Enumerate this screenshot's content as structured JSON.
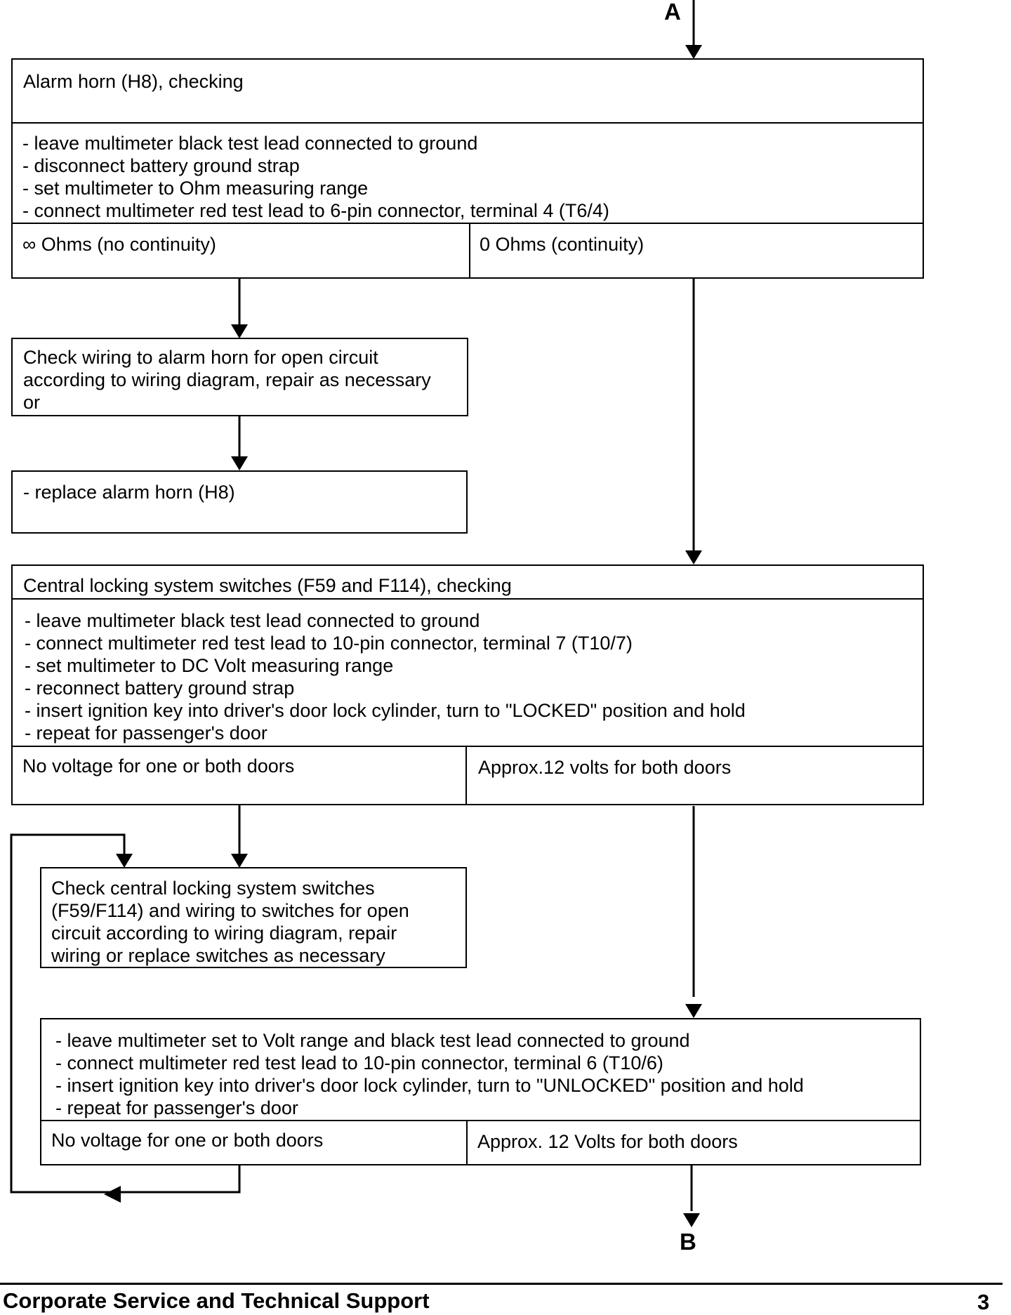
{
  "connectors": {
    "top": "A",
    "bottom": "B"
  },
  "block1": {
    "title": "Alarm horn (H8), checking",
    "steps": [
      "-  leave multimeter black test lead connected to ground",
      "-  disconnect battery ground strap",
      "-  set multimeter to Ohm measuring range",
      "-  connect multimeter red test lead to 6-pin connector, terminal 4 (T6/4)"
    ],
    "result_left": "∞ Ohms (no continuity)",
    "result_right": "0 Ohms (continuity)"
  },
  "repair1": {
    "lines": [
      "Check wiring to alarm horn for open circuit",
      "according to wiring diagram, repair as necessary",
      "or"
    ]
  },
  "repair2": {
    "text": "-  replace alarm horn (H8)"
  },
  "block2": {
    "title": "Central locking system switches (F59 and F114), checking",
    "steps": [
      "- leave multimeter black test lead connected to ground",
      "- connect multimeter red test lead to 10-pin connector, terminal 7 (T10/7)",
      "- set multimeter to DC Volt measuring range",
      "- reconnect battery ground strap",
      "- insert ignition key into driver's door lock cylinder, turn to \"LOCKED\" position and hold",
      "- repeat for passenger's door"
    ],
    "result_left": "No voltage for one or both doors",
    "result_right": "Approx.12 volts for both doors"
  },
  "repair3": {
    "lines": [
      "Check central locking system switches",
      "(F59/F114) and wiring to switches for open",
      "circuit according to wiring diagram, repair",
      "wiring or replace switches as necessary"
    ]
  },
  "block3": {
    "steps": [
      "- leave multimeter set to Volt range and black test lead connected to ground",
      "- connect multimeter red test lead to 10-pin connector, terminal 6 (T10/6)",
      "- insert ignition key into driver's door lock cylinder, turn to \"UNLOCKED\" position and hold",
      "- repeat for passenger's door"
    ],
    "result_left": "No voltage for one or both doors",
    "result_right": "Approx. 12 Volts for both doors"
  },
  "footer": {
    "title": "Corporate Service and Technical Support",
    "page": "3"
  }
}
